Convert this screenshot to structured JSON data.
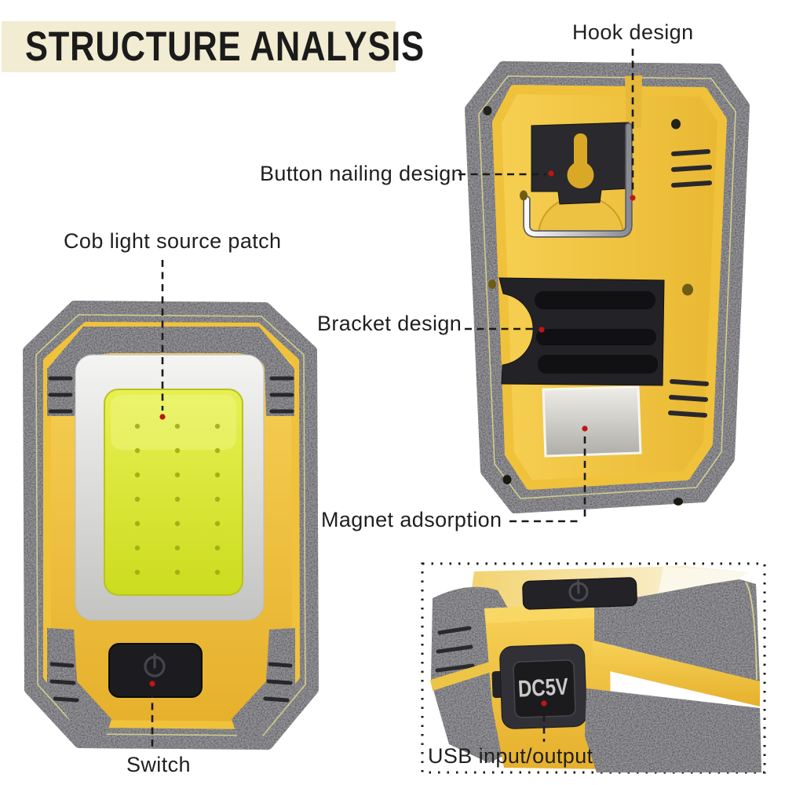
{
  "title": {
    "text": "STRUCTURE ANALYSIS"
  },
  "annotations": {
    "hook": {
      "label": "Hook design"
    },
    "button_nailing": {
      "label": "Button nailing design"
    },
    "cob": {
      "label": "Cob light source patch"
    },
    "bracket": {
      "label": "Bracket design"
    },
    "magnet": {
      "label": "Magnet adsorption"
    },
    "switch": {
      "label": "Switch"
    },
    "usb": {
      "label": "USB input/output"
    }
  },
  "device": {
    "port_label": "DC5V"
  },
  "icons": {
    "power": "power-icon (circle with vertical bar)"
  },
  "colors": {
    "banner_bg": "#f1ecd2",
    "text_dark": "#1b1b1b",
    "body_yellow": "#f2c53f",
    "rubber_dark": "#3b3a3f",
    "pinstripe_yellow": "#ded98f",
    "cob_green": "#d9e335",
    "metal_silver": "#d6d5d1",
    "red_dot": "#c11414"
  }
}
